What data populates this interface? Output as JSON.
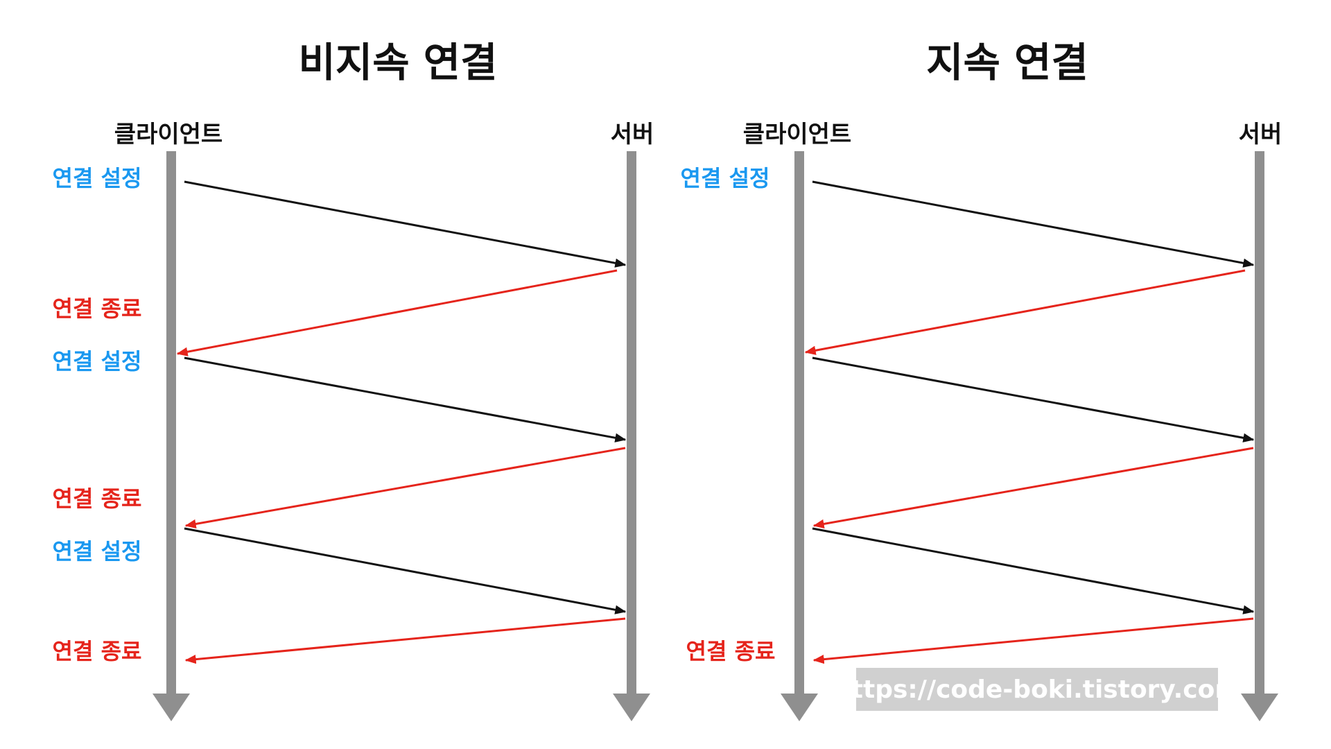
{
  "colors": {
    "background": "#ffffff",
    "lifeline": "#8f8f8f",
    "request_arrow": "#111111",
    "response_arrow": "#e5241b",
    "connect_label": "#1a98f0",
    "close_label": "#e5241b",
    "heading": "#111111",
    "watermark_bg": "#d0d0d0",
    "watermark_text": "#ffffff"
  },
  "panels": [
    {
      "title": "비지속 연결",
      "client_label": "클라이언트",
      "server_label": "서버",
      "labels": [
        {
          "text": "연결 설정",
          "kind": "connect"
        },
        {
          "text": "연결 종료",
          "kind": "close"
        },
        {
          "text": "연결 설정",
          "kind": "connect"
        },
        {
          "text": "연결 종료",
          "kind": "close"
        },
        {
          "text": "연결 설정",
          "kind": "connect"
        },
        {
          "text": "연결 종료",
          "kind": "close"
        }
      ],
      "exchanges": 3
    },
    {
      "title": "지속 연결",
      "client_label": "클라이언트",
      "server_label": "서버",
      "labels": [
        {
          "text": "연결 설정",
          "kind": "connect"
        },
        {
          "text": "연결 종료",
          "kind": "close"
        }
      ],
      "exchanges": 3
    }
  ],
  "watermark": "https://code-boki.tistory.com"
}
